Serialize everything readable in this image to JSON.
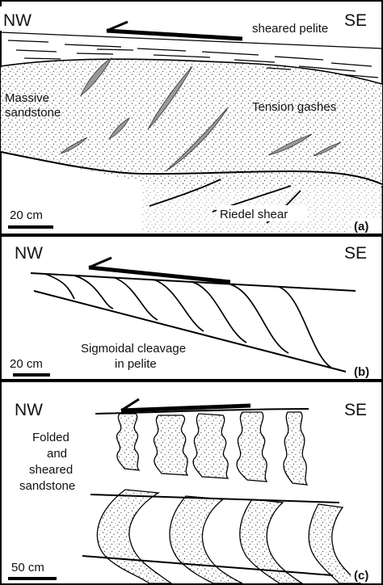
{
  "panels": [
    {
      "id": "a",
      "compass_left": "NW",
      "compass_right": "SE",
      "labels": [
        "sheared pelite",
        "Massive",
        "sandstone",
        "Tension gashes",
        "Riedel shear"
      ],
      "scale_bar": "20 cm",
      "panel_tag": "(a)"
    },
    {
      "id": "b",
      "compass_left": "NW",
      "compass_right": "SE",
      "labels": [
        "Sigmoidal cleavage",
        "in pelite"
      ],
      "scale_bar": "20 cm",
      "panel_tag": "(b)"
    },
    {
      "id": "c",
      "compass_left": "NW",
      "compass_right": "SE",
      "labels": [
        "Folded",
        "and",
        "sheared",
        "sandstone"
      ],
      "scale_bar": "50 cm",
      "panel_tag": "(c)"
    }
  ]
}
